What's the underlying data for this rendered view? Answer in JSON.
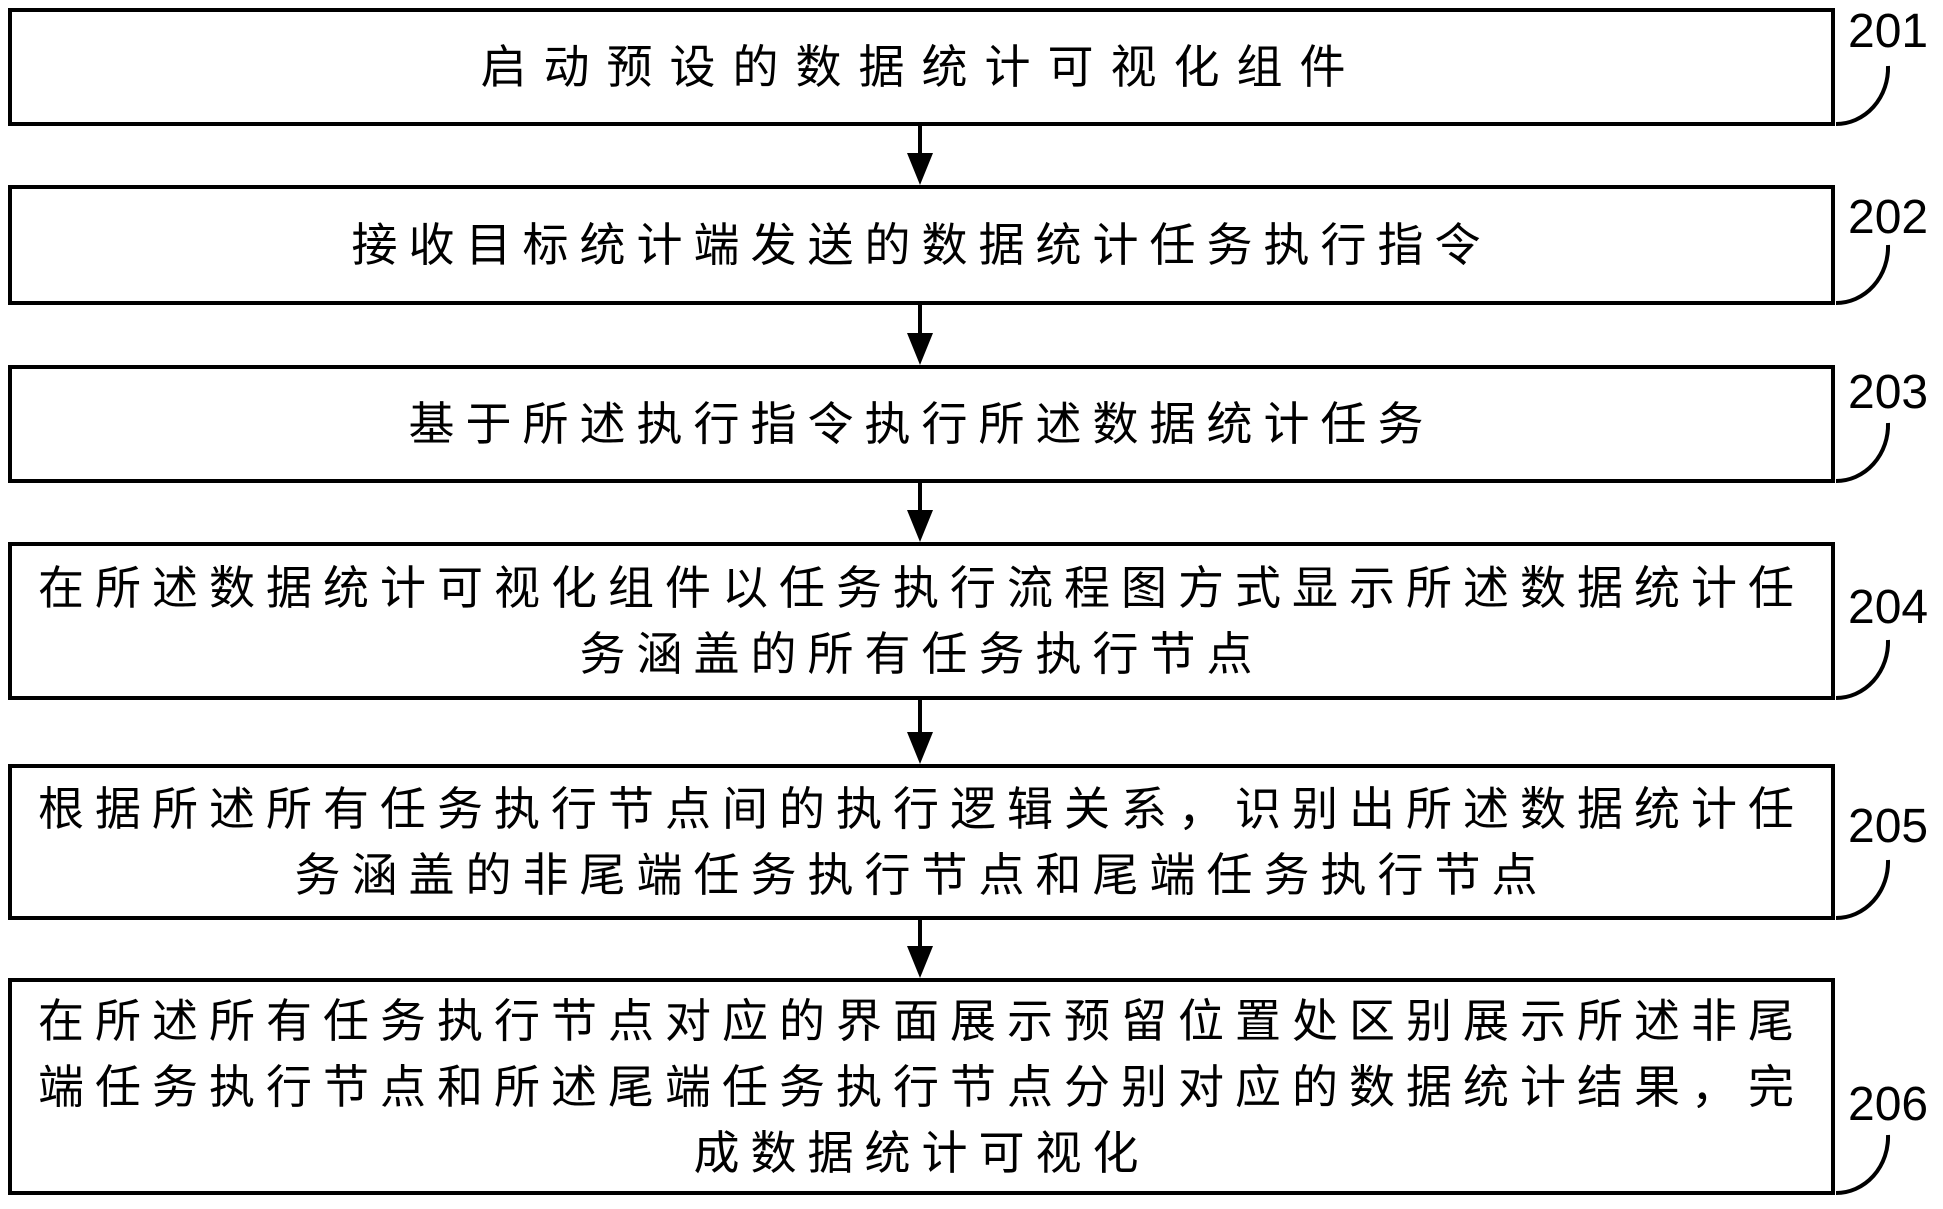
{
  "figure": {
    "type": "flowchart",
    "direction": "top-down",
    "colors": {
      "background": "#ffffff",
      "stroke": "#000000",
      "text": "#000000"
    }
  },
  "steps": [
    {
      "label": "201",
      "text": "启动预设的数据统计可视化组件",
      "lines": [
        "启动预设的数据统计可视化组件"
      ]
    },
    {
      "label": "202",
      "text": "接收目标统计端发送的数据统计任务执行指令",
      "lines": [
        "接收目标统计端发送的数据统计任务执行指令"
      ]
    },
    {
      "label": "203",
      "text": "基于所述执行指令执行所述数据统计任务",
      "lines": [
        "基于所述执行指令执行所述数据统计任务"
      ]
    },
    {
      "label": "204",
      "text": "在所述数据统计可视化组件以任务执行流程图方式显示所述数据统计任务涵盖的所有任务执行节点",
      "lines": [
        "在所述数据统计可视化组件以任务执行流程图方式显示所述数据统计任",
        "务涵盖的所有任务执行节点"
      ]
    },
    {
      "label": "205",
      "text": "根据所述所有任务执行节点间的执行逻辑关系，识别出所述数据统计任务涵盖的非尾端任务执行节点和尾端任务执行节点",
      "lines": [
        "根据所述所有任务执行节点间的执行逻辑关系，识别出所述数据统计任",
        "务涵盖的非尾端任务执行节点和尾端任务执行节点"
      ]
    },
    {
      "label": "206",
      "text": "在所述所有任务执行节点对应的界面展示预留位置处区别展示所述非尾端任务执行节点和所述尾端任务执行节点分别对应的数据统计结果，完成数据统计可视化",
      "lines": [
        "在所述所有任务执行节点对应的界面展示预留位置处区别展示所述非尾",
        "端任务执行节点和所述尾端任务执行节点分别对应的数据统计结果，完",
        "成数据统计可视化"
      ]
    }
  ]
}
